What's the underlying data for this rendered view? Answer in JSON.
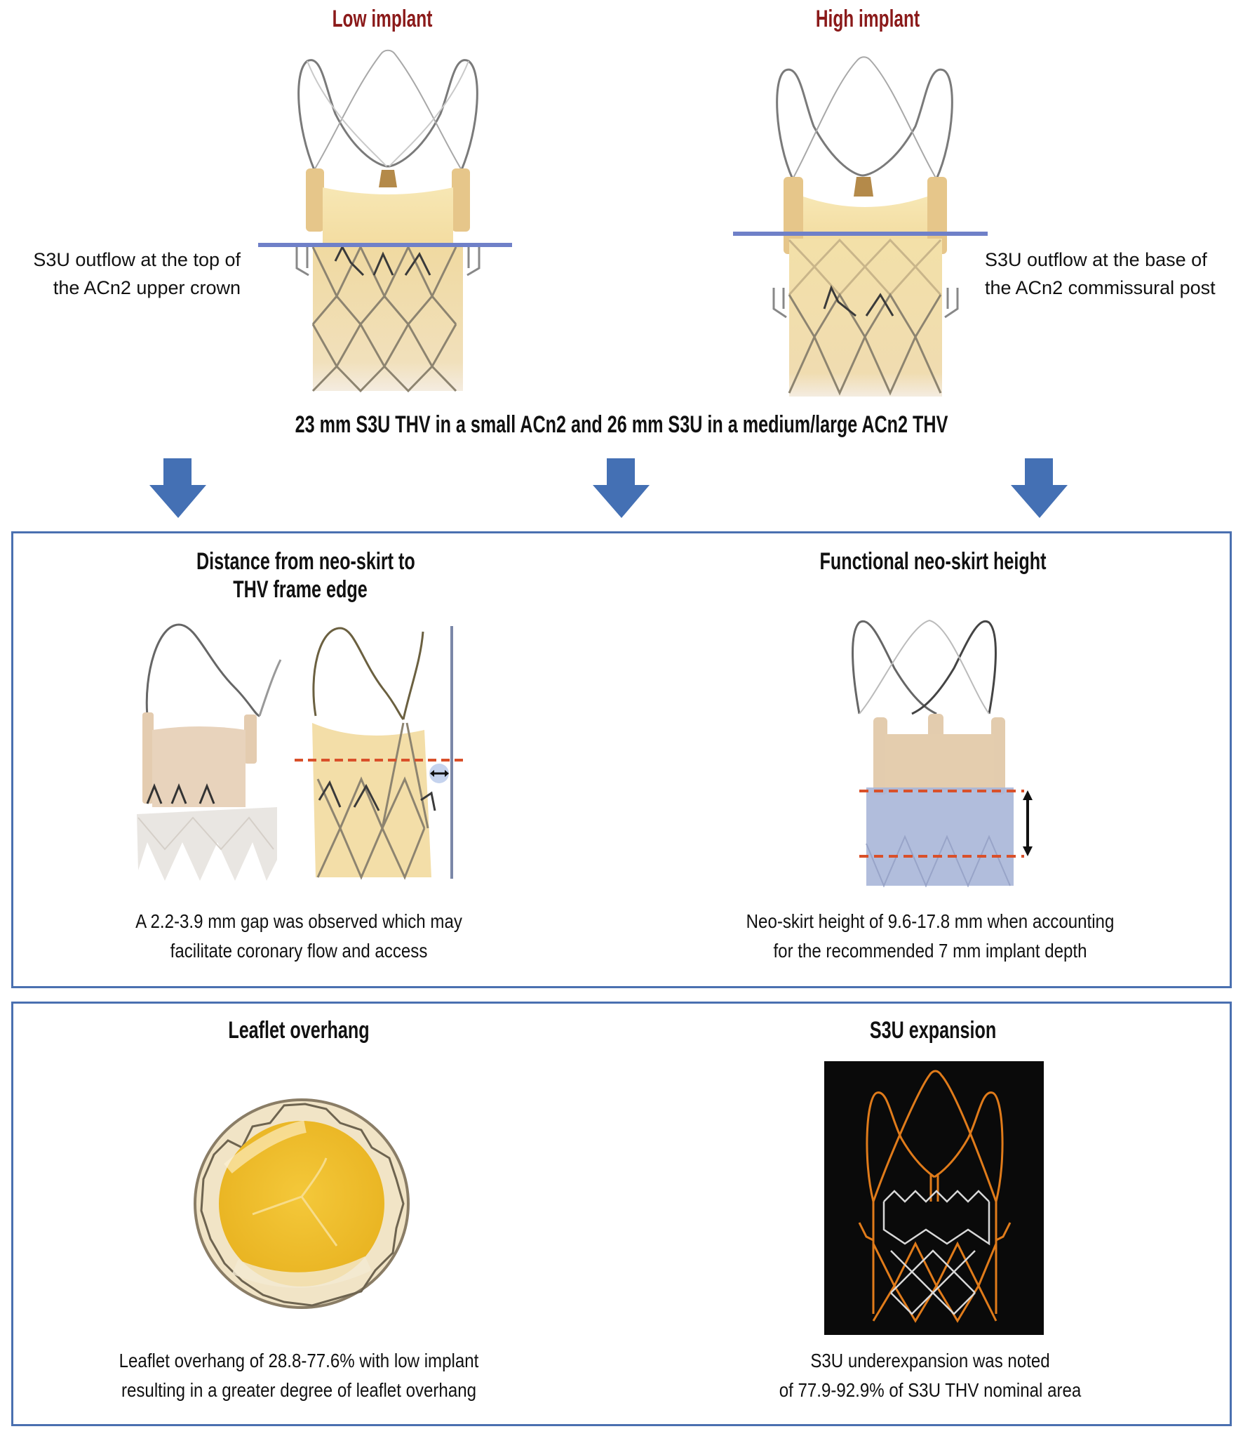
{
  "top": {
    "low_implant": {
      "title": "Low implant",
      "label_lines": [
        "S3U outflow at the top of",
        "the ACn2 upper crown"
      ]
    },
    "high_implant": {
      "title": "High implant",
      "label_lines": [
        "S3U outflow at the base of",
        "the ACn2 commissural post"
      ]
    },
    "subtitle": "23 mm S3U THV in a small ACn2 and 26 mm S3U in a medium/large ACn2 THV"
  },
  "colors": {
    "title_red": "#8b1a1a",
    "arrow_blue": "#4470b4",
    "box_border": "#4a70b0",
    "outflow_line": "#6f80c8",
    "dashed_line": "#d9502a",
    "expansion_bg": "#0a0a0a",
    "expansion_orange": "#e07b1a"
  },
  "arrows": [
    "arrow-down-icon",
    "arrow-down-icon",
    "arrow-down-icon"
  ],
  "panel1": {
    "left": {
      "title_lines": [
        "Distance from neo-skirt to",
        "THV frame edge"
      ],
      "caption_lines": [
        "A 2.2-3.9 mm gap was observed which may",
        "facilitate coronary flow and access"
      ]
    },
    "right": {
      "title_lines": [
        "Functional neo-skirt height"
      ],
      "caption_lines": [
        "Neo-skirt height of 9.6-17.8 mm when accounting",
        "for the recommended 7 mm implant depth"
      ]
    }
  },
  "panel2": {
    "left": {
      "title_lines": [
        "Leaflet overhang"
      ],
      "caption_lines": [
        "Leaflet overhang of 28.8-77.6% with low implant",
        "resulting in a greater degree of leaflet overhang"
      ]
    },
    "right": {
      "title_lines": [
        "S3U expansion"
      ],
      "caption_lines": [
        "S3U underexpansion was noted",
        "of 77.9-92.9% of S3U THV nominal area"
      ]
    }
  }
}
